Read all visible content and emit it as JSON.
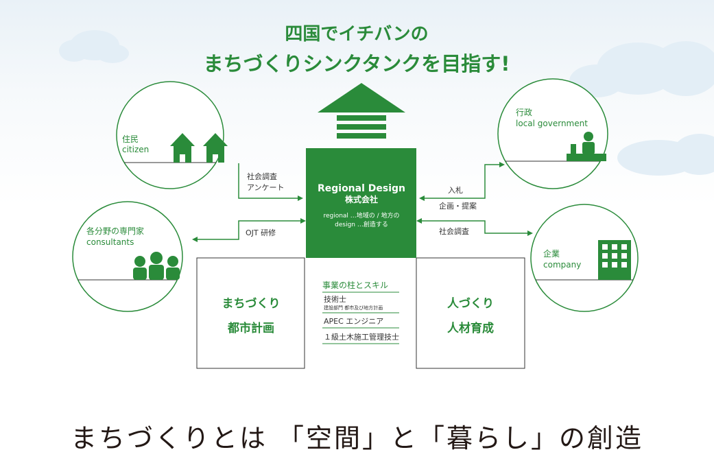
{
  "title": {
    "line1": "四国でイチバンの",
    "line2": "まちづくりシンクタンクを目指す!"
  },
  "center": {
    "name_en": "Regional Design",
    "name_jp": "株式会社",
    "desc_line1": "regional …地域の / 地方の",
    "desc_line2": "design …創造する"
  },
  "circles": {
    "residents": {
      "label_jp": "住民",
      "label_en": "citizen"
    },
    "experts": {
      "label_jp": "各分野の専門家",
      "label_en": "consultants"
    },
    "government": {
      "label_jp": "行政",
      "label_en": "local government"
    },
    "company": {
      "label_jp": "企業",
      "label_en": "company"
    }
  },
  "arrows": {
    "survey_line1": "社会調査",
    "survey_line2": "アンケート",
    "ojt": "OJT 研修",
    "bid": "入札",
    "proposal": "企画・提案",
    "social_survey": "社会調査"
  },
  "pillars": {
    "left_line1": "まちづくり",
    "left_line2": "都市計画",
    "right_line1": "人づくり",
    "right_line2": "人材育成"
  },
  "skills": {
    "heading": "事業の柱とスキル",
    "item1": "技術士",
    "item1_sub": "建設部門  都市及び地方計画",
    "item2": "APEC エンジニア",
    "item3": "１級土木施工管理技士"
  },
  "headline": "まちづくりとは 「空間」と「暮らし」の創造",
  "colors": {
    "green": "#2a8b3a",
    "line": "#333333",
    "text": "#231815"
  }
}
